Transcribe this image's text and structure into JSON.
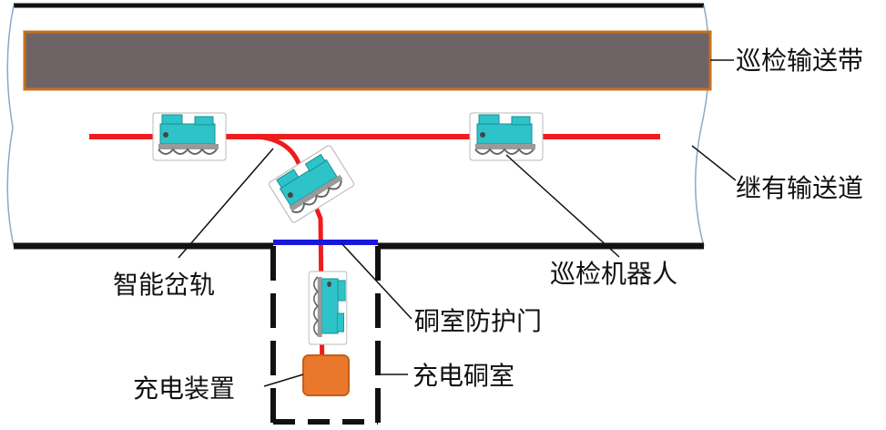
{
  "labels": {
    "conveyor_belt": "巡检输送带",
    "conveyor_tunnel": "继有输送道",
    "inspection_robot": "巡检机器人",
    "smart_switch_track": "智能岔轨",
    "chamber_door": "硐室防护门",
    "charging_chamber": "充电硐室",
    "charging_device": "充电装置"
  },
  "colors": {
    "belt_fill": "#6e6466",
    "belt_border": "#c8701e",
    "track": "#ee1c1c",
    "door": "#1818dd",
    "wall": "#111111",
    "charger": "#e9782c",
    "robot_body": "#2ec3c8"
  }
}
